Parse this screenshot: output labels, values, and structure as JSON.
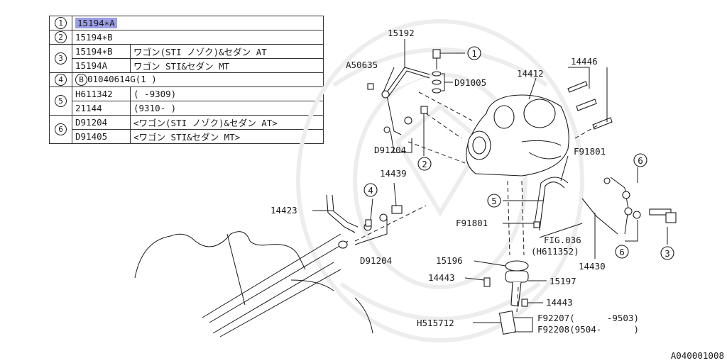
{
  "table": {
    "rows": [
      {
        "no": "1",
        "cells": [
          {
            "text": "15194∗A",
            "highlight": true
          }
        ]
      },
      {
        "no": "2",
        "cells": [
          {
            "text": "15194∗B"
          }
        ]
      },
      {
        "no": "3",
        "sub": [
          {
            "part": "15194∗B",
            "note": "ワゴン(STI ノゾク)&セダン AT"
          },
          {
            "part": "15194A",
            "note": "ワゴン STI&セダン MT"
          }
        ]
      },
      {
        "no": "4",
        "circled_prefix": "B",
        "text": "01040614G(1 )"
      },
      {
        "no": "5",
        "sub": [
          {
            "part": "H611342",
            "note": "(    -9309)"
          },
          {
            "part": "21144",
            "note": "(9310-    )"
          }
        ]
      },
      {
        "no": "6",
        "sub": [
          {
            "part": "D91204",
            "note": "<ワゴン(STI ノゾク)&セダン AT>"
          },
          {
            "part": "D91405",
            "note": "<ワゴン STI&セダン MT>"
          }
        ]
      }
    ]
  },
  "callouts": {
    "p15192": "15192",
    "pA50635": "A50635",
    "pD91005": "D91005",
    "p14412": "14412",
    "p14446": "14446",
    "pD91204_top": "D91204",
    "pF91801_top": "F91801",
    "p14439": "14439",
    "p14423": "14423",
    "pD91204_bottom": "D91204",
    "pF91801_left": "F91801",
    "pFIG036": "FIG.036",
    "pFIG036_sub": "(H611352)",
    "p14430": "14430",
    "p15196": "15196",
    "p15197": "15197",
    "p14443_left": "14443",
    "p14443_right": "14443",
    "pH515712": "H515712",
    "pF92207": "F92207(      -9503)",
    "pF92208": "F92208(9504-      )"
  },
  "circle_refs": {
    "c1": "1",
    "c2": "2",
    "c3": "3",
    "c4": "4",
    "c5": "5",
    "c6a": "6",
    "c6b": "6"
  },
  "diagram_id": "A040001008"
}
